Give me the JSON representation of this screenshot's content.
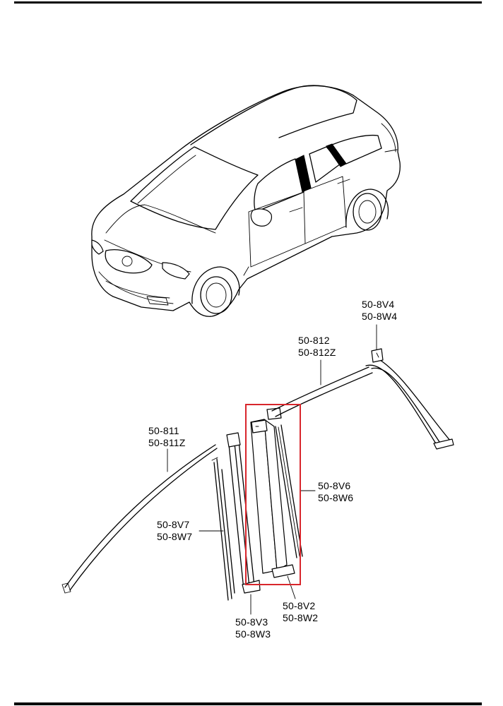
{
  "parts": {
    "p_8V4": {
      "line1": "50-8V4",
      "line2": "50-8W4"
    },
    "p_812": {
      "line1": "50-812",
      "line2": "50-812Z"
    },
    "p_811": {
      "line1": "50-811",
      "line2": "50-811Z"
    },
    "p_8V6": {
      "line1": "50-8V6",
      "line2": "50-8W6"
    },
    "p_8V7": {
      "line1": "50-8V7",
      "line2": "50-8W7"
    },
    "p_8V2": {
      "line1": "50-8V2",
      "line2": "50-8W2"
    },
    "p_8V3": {
      "line1": "50-8V3",
      "line2": "50-8W3"
    }
  },
  "highlight_color": "#d8262c"
}
